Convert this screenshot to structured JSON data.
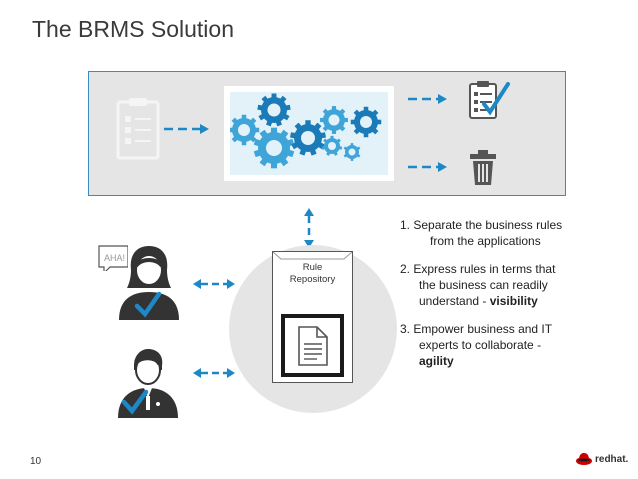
{
  "slide": {
    "title": "The BRMS Solution",
    "page_number": "10"
  },
  "repository": {
    "label_line1": "Rule",
    "label_line2": "Repository"
  },
  "bubble_text": "AHA!",
  "points": [
    {
      "num": "1.",
      "lines": [
        "Separate the business rules",
        "from the applications"
      ],
      "bold": ""
    },
    {
      "num": "2.",
      "lines": [
        "Express rules in terms that",
        "the business can readily",
        "understand - "
      ],
      "bold": "visibility"
    },
    {
      "num": "3.",
      "lines": [
        "Empower business and IT",
        "experts to collaborate -"
      ],
      "bold": "agility"
    }
  ],
  "logo": {
    "text": "redhat."
  },
  "colors": {
    "accent": "#1e88c7",
    "box_border": "#3a8cc0",
    "panel": "#e5e5e5",
    "gear_light": "#3fa5d8",
    "gear_dark": "#1b7bb8"
  },
  "icons": [
    "clipboard-icon",
    "gears-icon",
    "checklist-icon",
    "trash-icon",
    "document-icon",
    "woman-avatar-icon",
    "man-avatar-icon",
    "checkmark-icon",
    "speech-bubble-icon",
    "redhat-logo-icon"
  ]
}
